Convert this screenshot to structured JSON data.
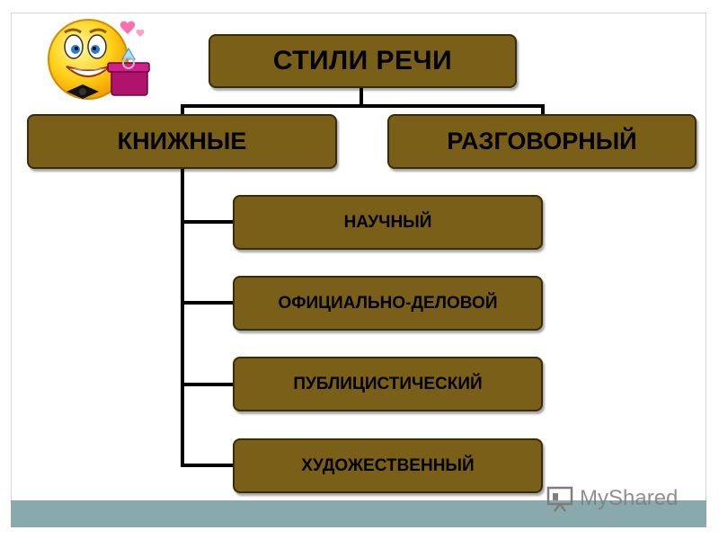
{
  "diagram": {
    "root": "СТИЛИ РЕЧИ",
    "level1": [
      "КНИЖНЫЕ",
      "РАЗГОВОРНЫЙ"
    ],
    "bookish_children": [
      "НАУЧНЫЙ",
      "ОФИЦИАЛЬНО-ДЕЛОВОЙ",
      "ПУБЛИЦИСТИЧЕСКИЙ",
      "ХУДОЖЕСТВЕННЫЙ"
    ]
  },
  "decor": {
    "mascot_icon": "smiley-with-bowtie-and-gift-icon"
  },
  "watermark": {
    "text": "MyShared",
    "icon": "presentation-board-icon"
  },
  "colors": {
    "box_fill": "#7a5f19",
    "box_border": "#3a2c08",
    "bar": "#8aa9ad"
  }
}
